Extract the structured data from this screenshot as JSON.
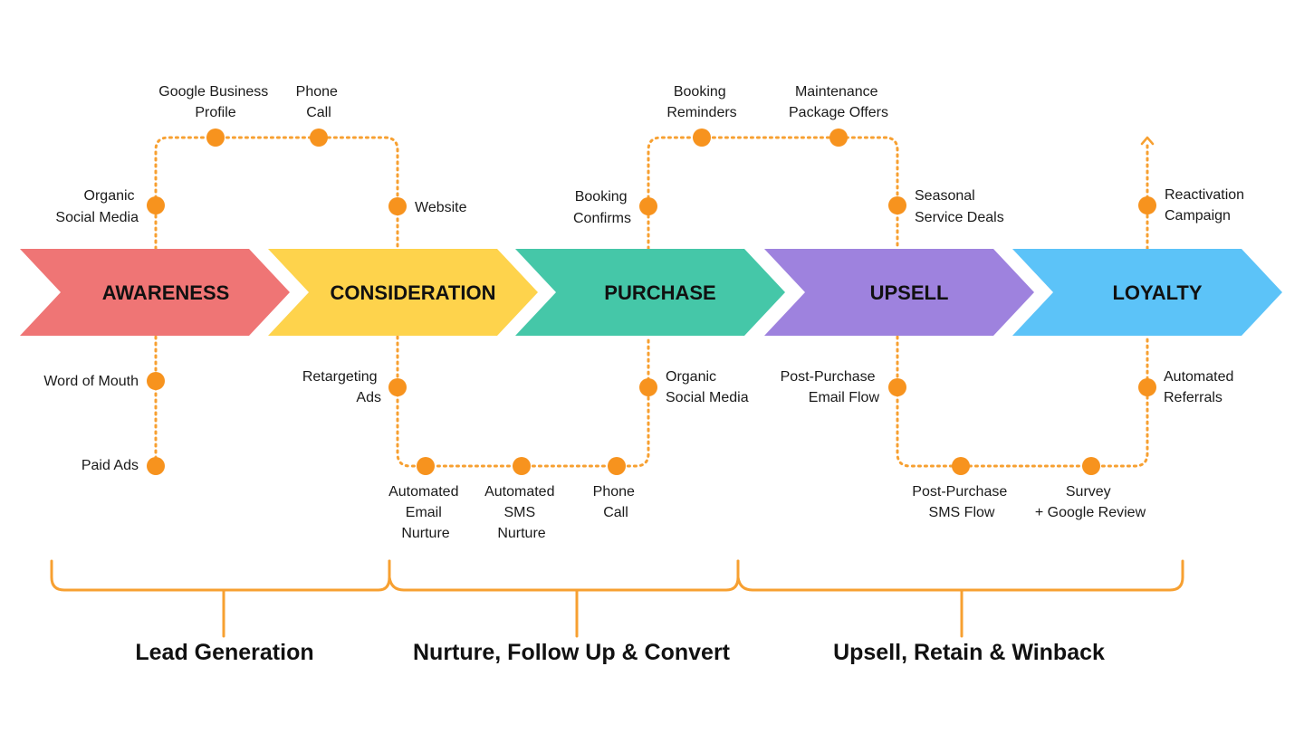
{
  "colors": {
    "path": "#F7A031",
    "node": "#F7931E",
    "awareness": "#EF7575",
    "consideration": "#FED34C",
    "purchase": "#45C7A8",
    "upsell": "#9E82DE",
    "loyalty": "#5CC3F8"
  },
  "stages": [
    {
      "label": "AWARENESS"
    },
    {
      "label": "CONSIDERATION"
    },
    {
      "label": "PURCHASE"
    },
    {
      "label": "UPSELL"
    },
    {
      "label": "LOYALTY"
    }
  ],
  "touchpoints": {
    "google_business_profile": [
      "Google Business",
      "Profile"
    ],
    "phone_call_top": [
      "Phone",
      "Call"
    ],
    "organic_social_top": [
      "Organic",
      "Social Media"
    ],
    "website": [
      "Website"
    ],
    "word_of_mouth": [
      "Word of Mouth"
    ],
    "paid_ads": [
      "Paid Ads"
    ],
    "retargeting_ads": [
      "Retargeting",
      "Ads"
    ],
    "automated_email_nurture": [
      "Automated",
      "Email",
      "Nurture"
    ],
    "automated_sms_nurture": [
      "Automated",
      "SMS",
      "Nurture"
    ],
    "phone_call_bottom": [
      "Phone",
      "Call"
    ],
    "organic_social_bottom": [
      "Organic",
      "Social Media"
    ],
    "booking_confirms": [
      "Booking",
      "Confirms"
    ],
    "booking_reminders": [
      "Booking",
      "Reminders"
    ],
    "maintenance_package_offers": [
      "Maintenance",
      "Package Offers"
    ],
    "seasonal_service_deals": [
      "Seasonal",
      "Service Deals"
    ],
    "post_purchase_email_flow": [
      "Post-Purchase",
      "Email Flow"
    ],
    "post_purchase_sms_flow": [
      "Post-Purchase",
      "SMS Flow"
    ],
    "survey_google_review": [
      "Survey",
      "+ Google Review"
    ],
    "automated_referrals": [
      "Automated",
      "Referrals"
    ],
    "reactivation_campaign": [
      "Reactivation",
      "Campaign"
    ]
  },
  "groups": [
    {
      "label": "Lead Generation"
    },
    {
      "label": "Nurture, Follow Up & Convert"
    },
    {
      "label": "Upsell, Retain & Winback"
    }
  ]
}
